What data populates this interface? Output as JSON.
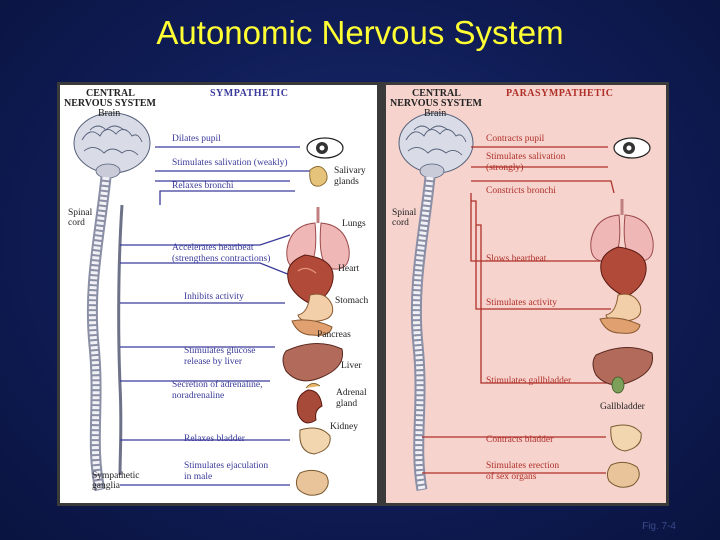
{
  "slide": {
    "title": "Autonomic Nervous System",
    "figure_number": "Fig. 7-4"
  },
  "sympathetic": {
    "cns_header": [
      "CENTRAL",
      "NERVOUS SYSTEM",
      "Brain"
    ],
    "division": "SYMPATHETIC",
    "spinal_cord": [
      "Spinal",
      "cord"
    ],
    "ganglia": [
      "Sympathetic",
      "ganglia"
    ],
    "effects": [
      "Dilates pupil",
      "Stimulates salivation (weakly)",
      "Relaxes bronchi",
      "Accelerates heartbeat",
      "(strengthens contractions)",
      "Inhibits activity",
      "Stimulates glucose",
      "release by liver",
      "Secretion of adrenaline,",
      "noradrenaline",
      "Relaxes bladder",
      "Stimulates ejaculation",
      "in male"
    ],
    "organs": [
      "Salivary",
      "glands",
      "Lungs",
      "Heart",
      "Stomach",
      "Pancreas",
      "Liver",
      "Adrenal",
      "gland",
      "Kidney"
    ]
  },
  "parasympathetic": {
    "cns_header": [
      "CENTRAL",
      "NERVOUS SYSTEM",
      "Brain"
    ],
    "division": "PARASYMPATHETIC",
    "spinal_cord": [
      "Spinal",
      "cord"
    ],
    "effects": [
      "Contracts pupil",
      "Stimulates salivation",
      "(strongly)",
      "Constricts bronchi",
      "Slows heartbeat",
      "Stimulates activity",
      "Stimulates gallbladder",
      "Contracts bladder",
      "Stimulates erection",
      "of sex organs"
    ],
    "organs": [
      "Gallbladder"
    ]
  }
}
